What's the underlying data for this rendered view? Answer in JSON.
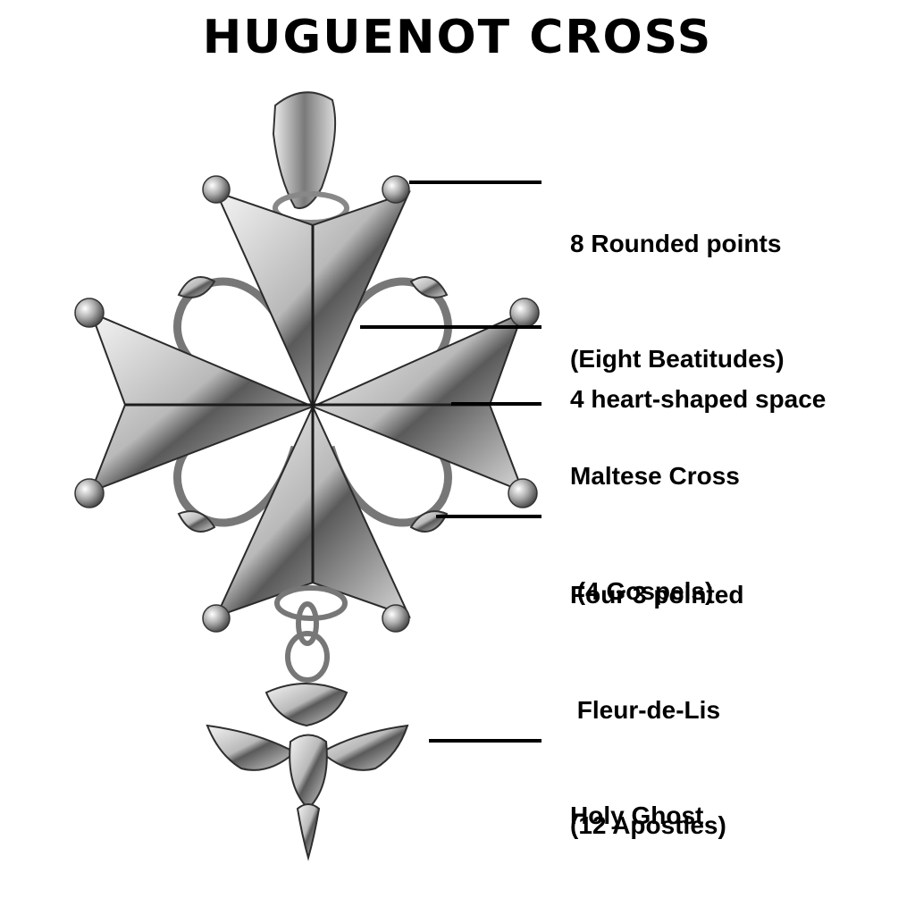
{
  "title": "HUGUENOT CROSS",
  "labels": [
    {
      "lines": [
        "8 Rounded points",
        "(Eight Beatitudes)"
      ]
    },
    {
      "lines": [
        "4 heart-shaped space"
      ]
    },
    {
      "lines": [
        "Maltese Cross",
        " (4 Gospels)"
      ]
    },
    {
      "lines": [
        "Four 3 pointed",
        " Fleur-de-Lis",
        "(12 Apostles)"
      ]
    },
    {
      "lines": [
        "Holy Ghost"
      ]
    }
  ],
  "colors": {
    "text": "#000000",
    "metal": "#c9c9c9",
    "metal_dark": "#3a3a3a"
  }
}
